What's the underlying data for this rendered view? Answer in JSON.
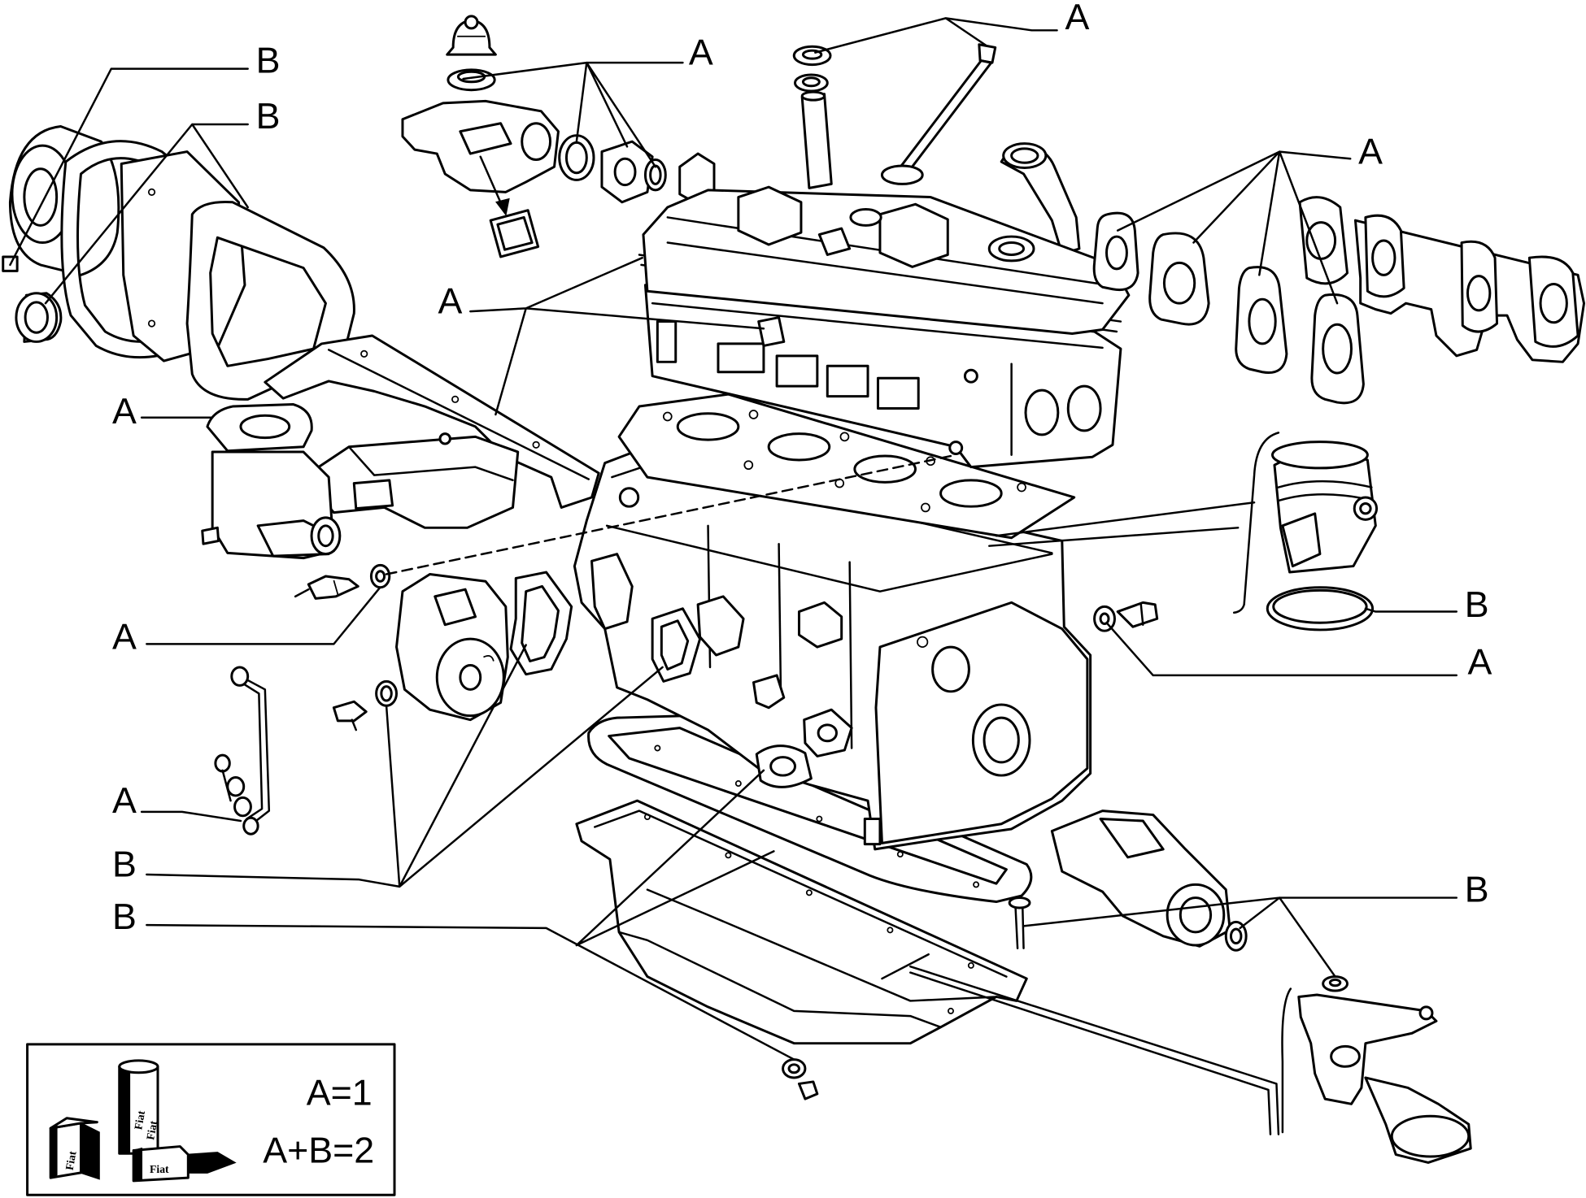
{
  "callouts": [
    "B",
    "B",
    "A",
    "A",
    "A",
    "A",
    "A",
    "A",
    "B",
    "A",
    "A",
    "B",
    "B",
    "B"
  ],
  "legend": {
    "line1": "A=1",
    "line2": "A+B=2",
    "logo_text": "Fiat"
  }
}
